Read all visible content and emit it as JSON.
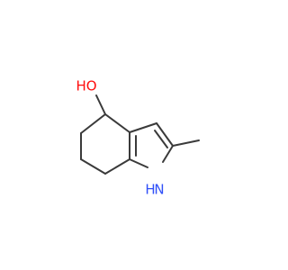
{
  "molecule": {
    "atoms": {
      "hydroxyl_label": "HO",
      "amine_label": "H",
      "nitrogen_label": "N"
    },
    "colors": {
      "bond": "#3a3a3a",
      "oxygen": "#ff0d0d",
      "nitrogen": "#3050f8"
    }
  }
}
